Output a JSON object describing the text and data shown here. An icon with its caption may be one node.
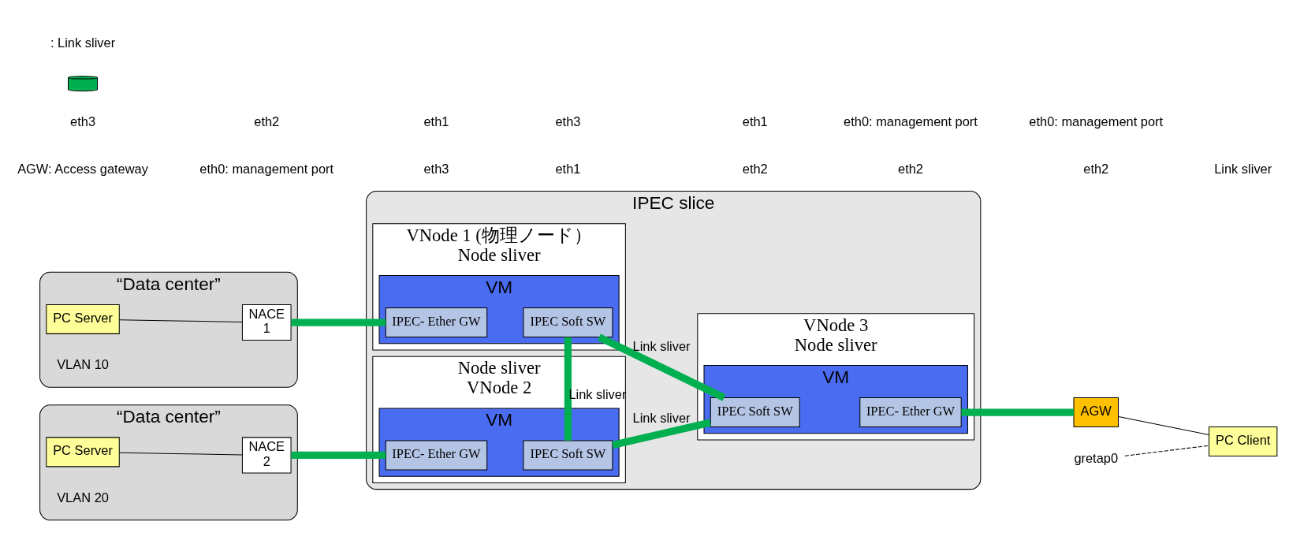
{
  "diagram": {
    "nodes": [
      {
        "text": [
          "“Data center”"
        ],
        "beside": [
          "VLAN 10"
        ]
      },
      {
        "text": [
          "PC Server"
        ],
        "in": 0
      },
      {
        "text": [
          "NACE",
          "1"
        ],
        "in": 0
      },
      {
        "text": [
          "“Data center”"
        ],
        "beside": [
          "VLAN 20"
        ]
      },
      {
        "text": [
          "PC Server"
        ],
        "in": 3
      },
      {
        "text": [
          "NACE",
          "2"
        ],
        "in": 3
      },
      {
        "text": [
          "IPEC slice"
        ]
      },
      {
        "text": [
          "VNode 1 (物理ノード）",
          "Node sliver"
        ],
        "in": 6
      },
      {
        "text": [
          "VM"
        ],
        "in": 7
      },
      {
        "text": [
          "IPEC- Ether GW"
        ],
        "in": 8
      },
      {
        "text": [
          "IPEC Soft SW"
        ],
        "in": 8
      },
      {
        "text": [
          "VNode 3",
          "Node sliver"
        ],
        "in": 6
      },
      {
        "text": [
          "VM"
        ],
        "in": 11
      },
      {
        "text": [
          "IPEC Soft SW"
        ],
        "in": 12
      },
      {
        "text": [
          "IPEC- Ether GW"
        ],
        "in": 12
      },
      {
        "text": [
          "Node sliver",
          "VNode 2"
        ],
        "in": 6
      },
      {
        "text": [
          "VM"
        ],
        "in": 15
      },
      {
        "text": [
          "IPEC- Ether GW"
        ],
        "in": 16
      },
      {
        "text": [
          "IPEC Soft SW"
        ],
        "in": 16
      },
      {
        "text": [
          "AGW"
        ]
      },
      {
        "text": [
          "PC Client"
        ]
      },
      {
        "text": [
          "gretap0"
        ]
      }
    ],
    "edges": [
      {
        "from": 1,
        "to": 2,
        "arrow": "none",
        "color": "#000000"
      },
      {
        "from": 2,
        "to": 9,
        "arrow": "none"
      },
      {
        "from": 4,
        "to": 5,
        "arrow": "none",
        "color": "#000000"
      },
      {
        "from": 5,
        "to": 17,
        "arrow": "none"
      },
      {
        "from": 10,
        "to": 13,
        "arrow": "none",
        "label": "Link sliver"
      },
      {
        "from": 10,
        "to": 18,
        "arrow": "none",
        "label": "Link sliver"
      },
      {
        "from": 18,
        "to": 13,
        "arrow": "none",
        "label": "Link sliver"
      },
      {
        "from": 14,
        "to": 19,
        "arrow": "none"
      },
      {
        "from": 19,
        "to": 20,
        "arrow": "none",
        "color": "#000000"
      },
      {
        "from": 21,
        "to": 20,
        "arrow": "none",
        "style": "dashed",
        "color": "#000000"
      }
    ],
    "labels": [
      "AGW: Access gateway",
      "eth0: management port",
      "eth3",
      "eth1",
      "eth2",
      "eth2",
      "eth2",
      "Link sliver",
      "eth3",
      "eth2",
      "eth1",
      "eth3",
      "eth1",
      "eth0: management port",
      "eth0: management port"
    ],
    "legend": [
      {
        "text": ": Link sliver"
      }
    ]
  }
}
